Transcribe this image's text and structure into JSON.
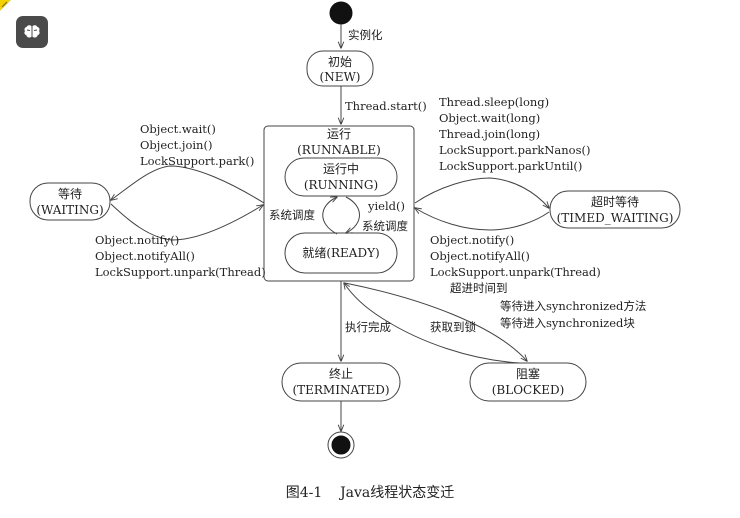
{
  "toolbar": {
    "button_icon": "brain-icon"
  },
  "corner": {
    "icon": "pencil-icon",
    "color": "#f2d200"
  },
  "states": {
    "new": {
      "name": "初始",
      "code": "(NEW)"
    },
    "runnable": {
      "name": "运行",
      "code": "(RUNNABLE)"
    },
    "running": {
      "name": "运行中",
      "code": "(RUNNING)"
    },
    "ready": {
      "name": "就绪(READY)"
    },
    "waiting": {
      "name": "等待",
      "code": "(WAITING)"
    },
    "timed_waiting": {
      "name": "超时等待",
      "code": "(TIMED_WAITING)"
    },
    "terminated": {
      "name": "终止",
      "code": "(TERMINATED)"
    },
    "blocked": {
      "name": "阻塞",
      "code": "(BLOCKED)"
    }
  },
  "transitions": {
    "instantiate": "实例化",
    "start": "Thread.start()",
    "to_waiting": [
      "Object.wait()",
      "Object.join()",
      "LockSupport.park()"
    ],
    "from_waiting": [
      "Object.notify()",
      "Object.notifyAll()",
      "LockSupport.unpark(Thread)"
    ],
    "to_timed_waiting": [
      "Thread.sleep(long)",
      "Object.wait(long)",
      "Thread.join(long)",
      "LockSupport.parkNanos()",
      "LockSupport.parkUntil()"
    ],
    "from_timed_waiting": [
      "Object.notify()",
      "Object.notifyAll()",
      "LockSupport.unpark(Thread)",
      "超进时间到"
    ],
    "schedule_left": "系统调度",
    "yield": "yield()",
    "schedule_right": "系统调度",
    "finish": "执行完成",
    "acquire_lock": "获取到锁",
    "to_blocked": [
      "等待进入synchronized方法",
      "等待进入synchronized块"
    ]
  },
  "caption": "图4-1    Java线程状态变迁"
}
